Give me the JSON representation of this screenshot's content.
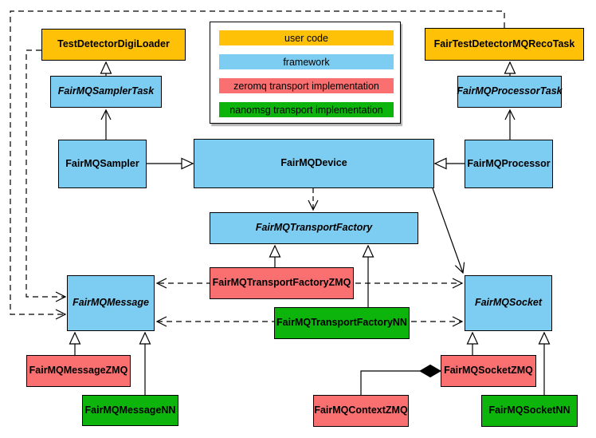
{
  "colors": {
    "user-code": "#FFC107",
    "framework": "#7DCCF2",
    "zeromq": "#FA7070",
    "nanomsg": "#0CB40C",
    "line": "#000000"
  },
  "legend": {
    "items": [
      {
        "label": "user code",
        "category": "user-code"
      },
      {
        "label": "framework",
        "category": "framework"
      },
      {
        "label": "zeromq transport implementation",
        "category": "zeromq"
      },
      {
        "label": "nanomsg transport implementation",
        "category": "nanomsg"
      }
    ]
  },
  "nodes": {
    "digi_loader": {
      "label": "TestDetectorDigiLoader",
      "category": "user-code",
      "abstract": false
    },
    "reco_task": {
      "label": "FairTestDetectorMQRecoTask",
      "category": "user-code",
      "abstract": false
    },
    "sampler_task": {
      "label": "FairMQSamplerTask",
      "category": "framework",
      "abstract": true
    },
    "processor_task": {
      "label": "FairMQProcessorTask",
      "category": "framework",
      "abstract": true
    },
    "sampler": {
      "label": "FairMQSampler",
      "category": "framework",
      "abstract": false
    },
    "device": {
      "label": "FairMQDevice",
      "category": "framework",
      "abstract": false
    },
    "processor": {
      "label": "FairMQProcessor",
      "category": "framework",
      "abstract": false
    },
    "transport_factory": {
      "label": "FairMQTransportFactory",
      "category": "framework",
      "abstract": true
    },
    "transport_factory_zmq": {
      "label": "FairMQTransportFactoryZMQ",
      "category": "zeromq",
      "abstract": false
    },
    "transport_factory_nn": {
      "label": "FairMQTransportFactoryNN",
      "category": "nanomsg",
      "abstract": false
    },
    "message": {
      "label": "FairMQMessage",
      "category": "framework",
      "abstract": true
    },
    "socket": {
      "label": "FairMQSocket",
      "category": "framework",
      "abstract": true
    },
    "message_zmq": {
      "label": "FairMQMessageZMQ",
      "category": "zeromq",
      "abstract": false
    },
    "message_nn": {
      "label": "FairMQMessageNN",
      "category": "nanomsg",
      "abstract": false
    },
    "context_zmq": {
      "label": "FairMQContextZMQ",
      "category": "zeromq",
      "abstract": false
    },
    "socket_zmq": {
      "label": "FairMQSocketZMQ",
      "category": "zeromq",
      "abstract": false
    },
    "socket_nn": {
      "label": "FairMQSocketNN",
      "category": "nanomsg",
      "abstract": false
    }
  },
  "edges": [
    {
      "from": "FairMQSamplerTask",
      "to": "TestDetectorDigiLoader",
      "type": "inheritance"
    },
    {
      "from": "FairMQProcessorTask",
      "to": "FairTestDetectorMQRecoTask",
      "type": "inheritance"
    },
    {
      "from": "FairMQSampler",
      "to": "FairMQSamplerTask",
      "type": "association"
    },
    {
      "from": "FairMQProcessor",
      "to": "FairMQProcessorTask",
      "type": "association"
    },
    {
      "from": "FairMQSampler",
      "to": "FairMQDevice",
      "type": "inheritance"
    },
    {
      "from": "FairMQProcessor",
      "to": "FairMQDevice",
      "type": "inheritance"
    },
    {
      "from": "FairMQDevice",
      "to": "FairMQTransportFactory",
      "type": "dependency"
    },
    {
      "from": "FairMQDevice",
      "to": "FairMQSocket",
      "type": "association"
    },
    {
      "from": "FairMQTransportFactoryZMQ",
      "to": "FairMQTransportFactory",
      "type": "inheritance"
    },
    {
      "from": "FairMQTransportFactoryNN",
      "to": "FairMQTransportFactory",
      "type": "inheritance"
    },
    {
      "from": "FairMQTransportFactoryZMQ",
      "to": "FairMQMessage",
      "type": "dependency"
    },
    {
      "from": "FairMQTransportFactoryZMQ",
      "to": "FairMQSocket",
      "type": "dependency"
    },
    {
      "from": "FairMQTransportFactoryNN",
      "to": "FairMQMessage",
      "type": "dependency"
    },
    {
      "from": "FairMQTransportFactoryNN",
      "to": "FairMQSocket",
      "type": "dependency"
    },
    {
      "from": "TestDetectorDigiLoader",
      "to": "FairMQMessage",
      "type": "dependency"
    },
    {
      "from": "FairTestDetectorMQRecoTask",
      "to": "FairMQMessage",
      "type": "dependency"
    },
    {
      "from": "FairMQMessageZMQ",
      "to": "FairMQMessage",
      "type": "inheritance"
    },
    {
      "from": "FairMQMessageNN",
      "to": "FairMQMessage",
      "type": "inheritance"
    },
    {
      "from": "FairMQSocketZMQ",
      "to": "FairMQSocket",
      "type": "inheritance"
    },
    {
      "from": "FairMQSocketNN",
      "to": "FairMQSocket",
      "type": "inheritance"
    },
    {
      "from": "FairMQContextZMQ",
      "to": "FairMQSocketZMQ",
      "type": "composition"
    }
  ]
}
